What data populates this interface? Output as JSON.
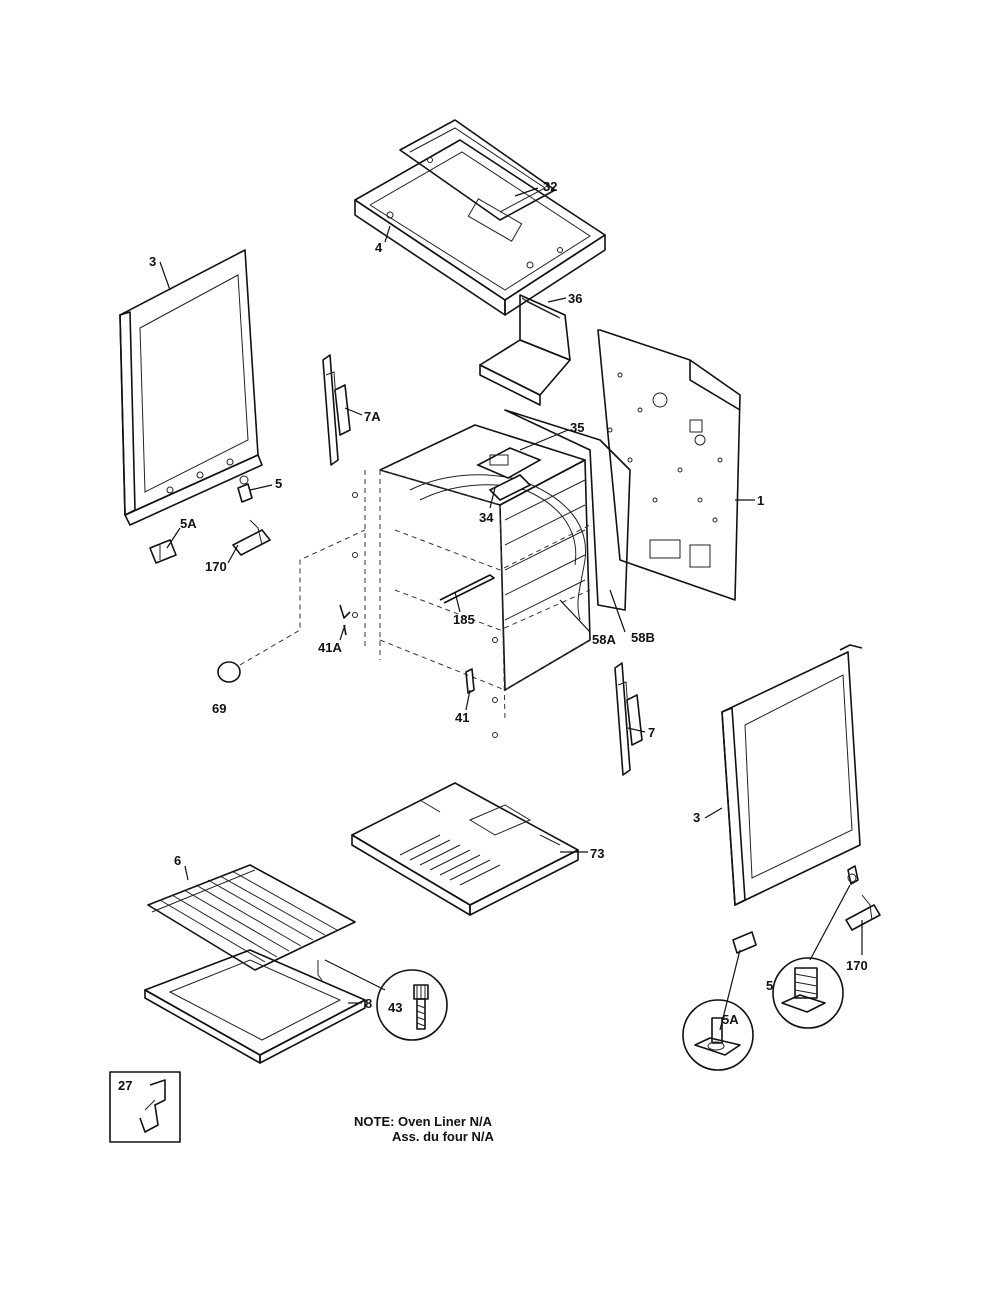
{
  "callouts": [
    {
      "id": "c32",
      "text": "32"
    },
    {
      "id": "c4",
      "text": "4"
    },
    {
      "id": "c36",
      "text": "36"
    },
    {
      "id": "c3a",
      "text": "3"
    },
    {
      "id": "c7a",
      "text": "7A"
    },
    {
      "id": "c35",
      "text": "35"
    },
    {
      "id": "c1",
      "text": "1"
    },
    {
      "id": "c5a",
      "text": "5"
    },
    {
      "id": "c5aa",
      "text": "5A"
    },
    {
      "id": "c34",
      "text": "34"
    },
    {
      "id": "c170a",
      "text": "170"
    },
    {
      "id": "c185",
      "text": "185"
    },
    {
      "id": "c41a",
      "text": "41A"
    },
    {
      "id": "c58a",
      "text": "58A"
    },
    {
      "id": "c58b",
      "text": "58B"
    },
    {
      "id": "c69",
      "text": "69"
    },
    {
      "id": "c41",
      "text": "41"
    },
    {
      "id": "c7",
      "text": "7"
    },
    {
      "id": "c3b",
      "text": "3"
    },
    {
      "id": "c73",
      "text": "73"
    },
    {
      "id": "c6",
      "text": "6"
    },
    {
      "id": "c8",
      "text": "8"
    },
    {
      "id": "c43",
      "text": "43"
    },
    {
      "id": "c5b",
      "text": "5"
    },
    {
      "id": "c5ab",
      "text": "5A"
    },
    {
      "id": "c170b",
      "text": "170"
    },
    {
      "id": "c27",
      "text": "27"
    }
  ],
  "note": {
    "line1": "NOTE: Oven Liner N/A",
    "line2": "Ass. du four N/A"
  },
  "colors": {
    "ink": "#111111",
    "paper": "#ffffff"
  }
}
